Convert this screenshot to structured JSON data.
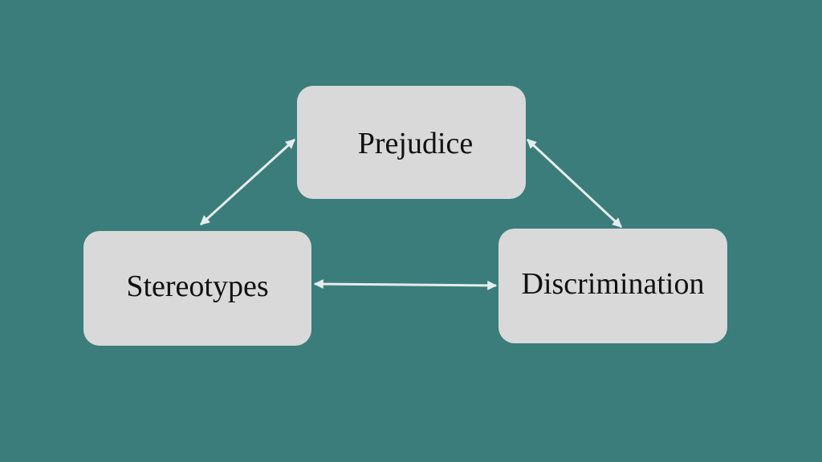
{
  "diagram": {
    "background_color": "#3b7d7b",
    "node_color": "#d9d9d9",
    "connector_color": "#e6ecec",
    "nodes": {
      "prejudice": "Prejudice",
      "stereotypes": "Stereotypes",
      "discrimination": "Discrimination"
    },
    "edges": [
      {
        "from": "prejudice",
        "to": "stereotypes",
        "direction": "bidirectional"
      },
      {
        "from": "prejudice",
        "to": "discrimination",
        "direction": "bidirectional"
      },
      {
        "from": "stereotypes",
        "to": "discrimination",
        "direction": "bidirectional"
      }
    ]
  }
}
